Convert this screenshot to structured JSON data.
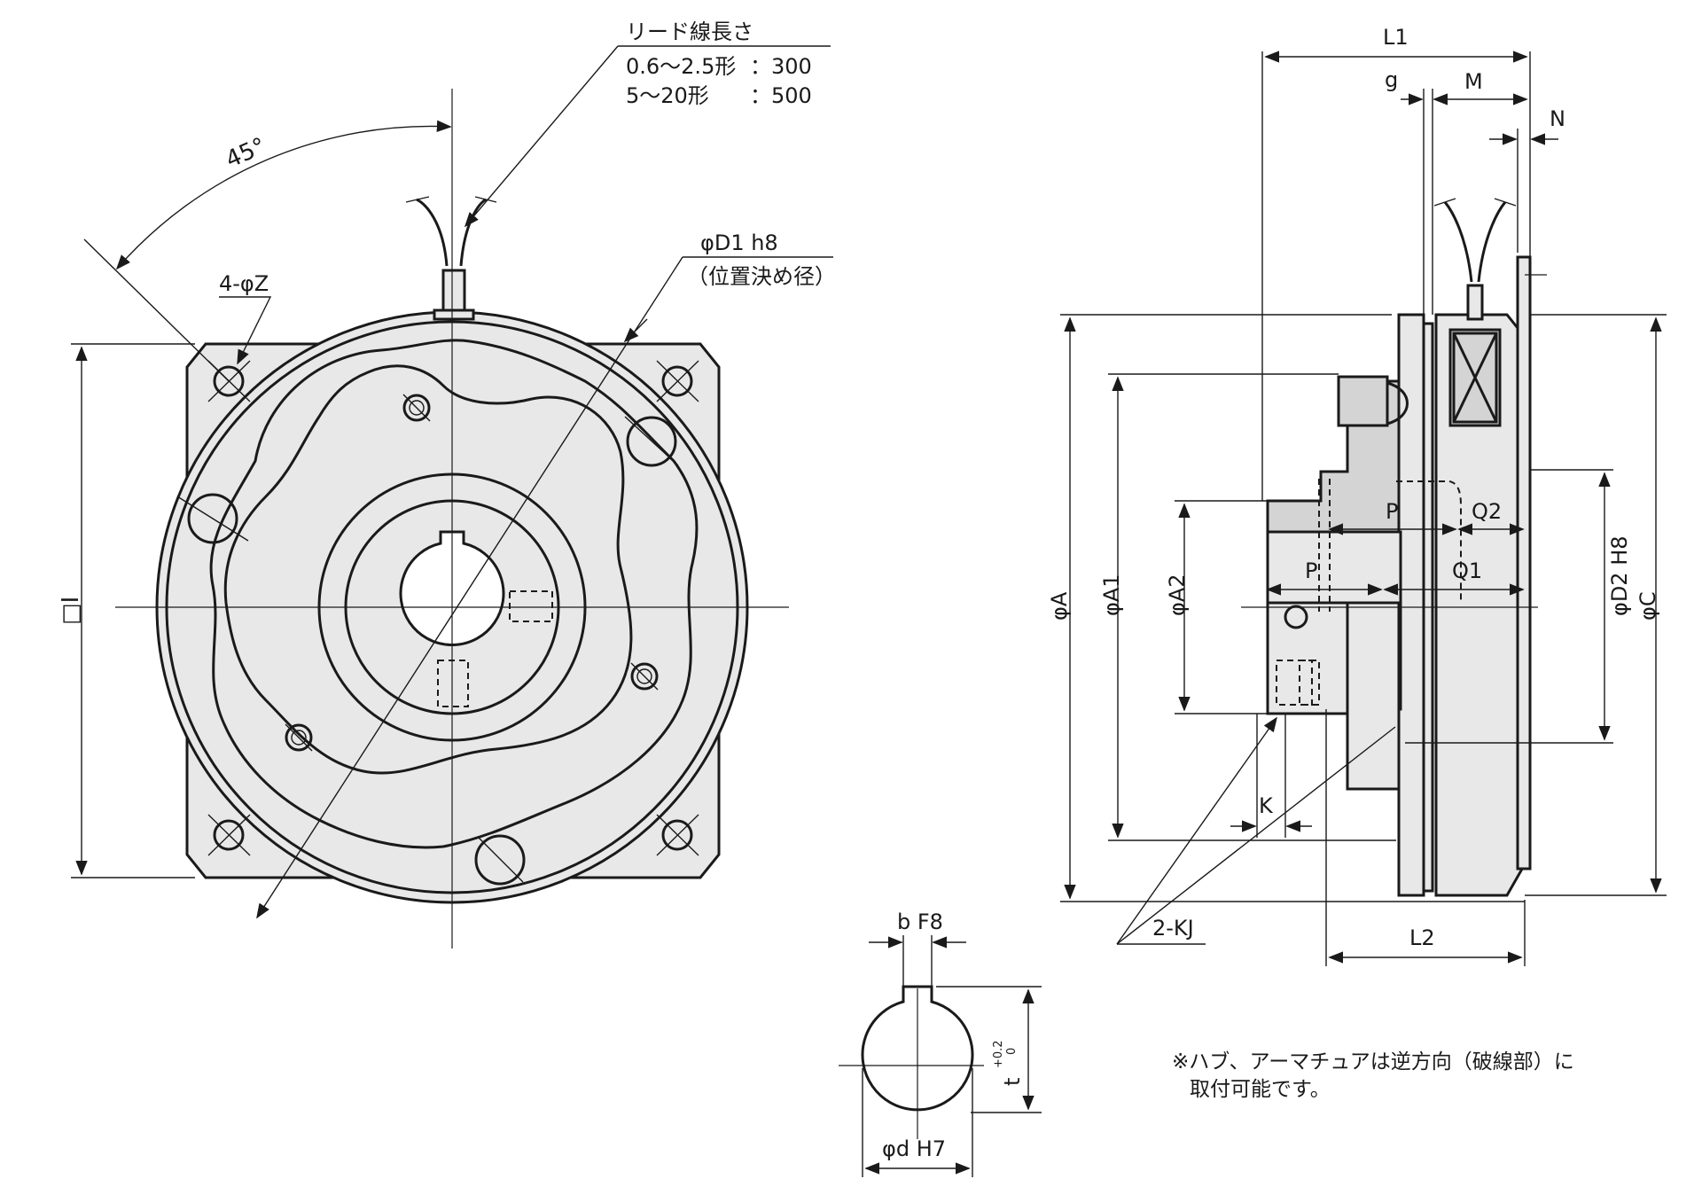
{
  "front_view": {
    "lead_wire": {
      "title": "リード線長さ",
      "rows": [
        {
          "range": "0.6〜2.5形",
          "value": "：300"
        },
        {
          "range": "5〜20形",
          "value": "：500"
        }
      ]
    },
    "angle": "45°",
    "bolt_holes": "4-φZ",
    "pilot_diameter": "φD1 h8",
    "pilot_diameter_note": "（位置決め径）",
    "square_size": "□I"
  },
  "side_view": {
    "L1": "L1",
    "g": "g",
    "M": "M",
    "N": "N",
    "phiA": "φA",
    "phiA1": "φA1",
    "phiA2": "φA2",
    "phiD2": "φD2 H8",
    "phiC": "φC",
    "P_upper": "P",
    "Q2": "Q2",
    "P_lower": "P",
    "Q1": "Q1",
    "K": "K",
    "KJ": "2-KJ",
    "L2": "L2"
  },
  "bore_detail": {
    "key_width": "b F8",
    "key_depth": "t",
    "key_depth_tol_upper": "+0.2",
    "key_depth_tol_lower": "0",
    "bore": "φd H7"
  },
  "note": {
    "line1": "※ハブ、アーマチュアは逆方向（破線部）に",
    "line2": "取付可能です。"
  }
}
